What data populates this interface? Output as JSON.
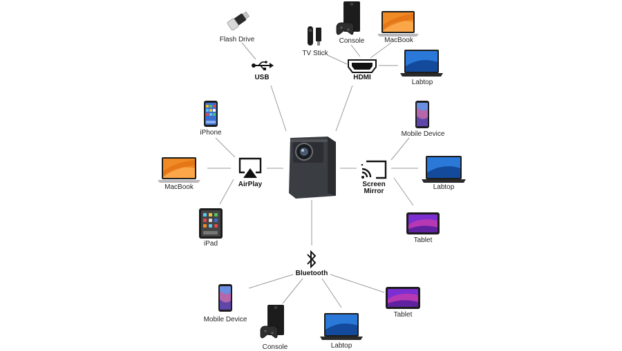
{
  "center": {
    "name": "Projector"
  },
  "hubs": {
    "usb": "USB",
    "hdmi": "HDMI",
    "airplay": "AirPlay",
    "screen_mirror": {
      "line1": "Screen",
      "line2": "Mirror"
    },
    "bluetooth": "Bluetooth"
  },
  "devices": {
    "usb_flash_drive": "Flash Drive",
    "hdmi_console": "Console",
    "hdmi_macbook": "MacBook",
    "hdmi_tv_stick": "TV Stick",
    "hdmi_laptop": "Labtop",
    "airplay_iphone": "iPhone",
    "airplay_macbook": "MacBook",
    "airplay_ipad": "iPad",
    "mirror_mobile": "Mobile Device",
    "mirror_laptop": "Labtop",
    "mirror_tablet": "Tablet",
    "bt_mobile": "Mobile Device",
    "bt_console": "Console",
    "bt_laptop": "Labtop",
    "bt_tablet": "Tablet"
  },
  "colors": {
    "line": "#9a9a9a",
    "device_dark": "#1c1c1c",
    "projector_body": "#3a3d42",
    "screen_orange": "#f08a24",
    "screen_blue": "#2a78d8",
    "tablet_purple": "#7b2fd0"
  }
}
